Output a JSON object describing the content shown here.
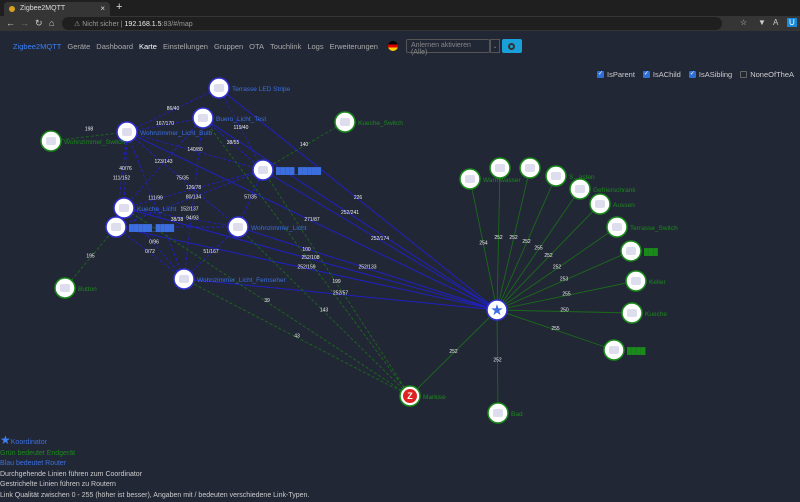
{
  "browser": {
    "tab_title": "Zigbee2MQTT",
    "security": "Nicht sicher",
    "url_host": "192.168.1.5",
    "url_rest": ":83/#/map"
  },
  "nav": {
    "brand": "Zigbee2MQTT",
    "items": [
      "Geräte",
      "Dashboard",
      "Karte",
      "Einstellungen",
      "Gruppen",
      "OTA",
      "Touchlink",
      "Logs",
      "Erweiterungen"
    ],
    "active": "Karte",
    "permit_join": "Anlernen aktivieren (Alle)"
  },
  "filters": [
    {
      "label": "IsParent",
      "checked": true
    },
    {
      "label": "IsAChild",
      "checked": true
    },
    {
      "label": "IsASibling",
      "checked": true
    },
    {
      "label": "NoneOfTheA",
      "checked": false
    }
  ],
  "colors": {
    "router": "#3b6fe0",
    "enddevice": "#1a8a1a",
    "router_link": "#2020c0",
    "enddevice_link": "#1a6a1a"
  },
  "graph": {
    "nodes": [
      {
        "id": "coord",
        "label": "",
        "type": "Coordinator"
      },
      {
        "id": "terrasse_led",
        "label": "Terrasse LED Stripe",
        "type": "Router"
      },
      {
        "id": "buero",
        "label": "Buero_Licht_Test",
        "type": "Router"
      },
      {
        "id": "wz_bulb",
        "label": "Wohnzimmer_Licht_Bulb",
        "type": "Router"
      },
      {
        "id": "wz_switch",
        "label": "Wohnzimmer_Switch",
        "type": "EndDevice"
      },
      {
        "id": "kueche_switch",
        "label": "Kueche_Switch",
        "type": "EndDevice"
      },
      {
        "id": "r_blur1",
        "label": "████_█████",
        "type": "Router"
      },
      {
        "id": "kueche_licht",
        "label": "Kueche_Licht",
        "type": "Router"
      },
      {
        "id": "r_blur2",
        "label": "█████_████",
        "type": "Router"
      },
      {
        "id": "wz_licht",
        "label": "Wohnzimmer_Licht",
        "type": "Router"
      },
      {
        "id": "wz_tv",
        "label": "Wohnzimmer_Licht_Fernseher",
        "type": "Router"
      },
      {
        "id": "button",
        "label": "Button",
        "type": "EndDevice"
      },
      {
        "id": "markise",
        "label": "Markise",
        "type": "EndDevice"
      },
      {
        "id": "bad",
        "label": "Bad",
        "type": "EndDevice"
      },
      {
        "id": "warmwasser",
        "label": "Warmwasser",
        "type": "EndDevice"
      },
      {
        "id": "e_b1",
        "label": "",
        "type": "EndDevice"
      },
      {
        "id": "e_b2",
        "label": "",
        "type": "EndDevice"
      },
      {
        "id": "e_kasten",
        "label": "S...asten",
        "type": "EndDevice"
      },
      {
        "id": "gefrier",
        "label": "Gefrierschrank",
        "type": "EndDevice"
      },
      {
        "id": "aussen",
        "label": "Aussen",
        "type": "EndDevice"
      },
      {
        "id": "terrasse_sw",
        "label": "Terrasse_Switch",
        "type": "EndDevice"
      },
      {
        "id": "e_b3",
        "label": "███",
        "type": "EndDevice"
      },
      {
        "id": "keller",
        "label": "Keller",
        "type": "EndDevice"
      },
      {
        "id": "kueche",
        "label": "Kueche",
        "type": "EndDevice"
      },
      {
        "id": "e_b4",
        "label": "████",
        "type": "EndDevice"
      }
    ],
    "links": [
      {
        "s": "warmwasser",
        "t": "coord",
        "q": "254",
        "k": "e"
      },
      {
        "s": "e_b1",
        "t": "coord",
        "q": "252",
        "k": "e"
      },
      {
        "s": "e_b2",
        "t": "coord",
        "q": "252",
        "k": "e"
      },
      {
        "s": "e_kasten",
        "t": "coord",
        "q": "252",
        "k": "e"
      },
      {
        "s": "gefrier",
        "t": "coord",
        "q": "255",
        "k": "e"
      },
      {
        "s": "aussen",
        "t": "coord",
        "q": "252",
        "k": "e"
      },
      {
        "s": "terrasse_sw",
        "t": "coord",
        "q": "252",
        "k": "e"
      },
      {
        "s": "e_b3",
        "t": "coord",
        "q": "253",
        "k": "e"
      },
      {
        "s": "keller",
        "t": "coord",
        "q": "255",
        "k": "e"
      },
      {
        "s": "kueche",
        "t": "coord",
        "q": "250",
        "k": "e"
      },
      {
        "s": "e_b4",
        "t": "coord",
        "q": "255",
        "k": "e"
      },
      {
        "s": "markise",
        "t": "coord",
        "q": "252",
        "k": "e"
      },
      {
        "s": "bad",
        "t": "coord",
        "q": "252",
        "k": "e"
      },
      {
        "s": "terrasse_led",
        "t": "coord",
        "q": "226",
        "k": "r"
      },
      {
        "s": "buero",
        "t": "coord",
        "q": "252/241",
        "k": "r"
      },
      {
        "s": "wz_bulb",
        "t": "coord",
        "q": "271/87",
        "k": "r"
      },
      {
        "s": "r_blur1",
        "t": "coord",
        "q": "252/174",
        "k": "r"
      },
      {
        "s": "kueche_licht",
        "t": "coord",
        "q": "252/108",
        "k": "r"
      },
      {
        "s": "r_blur2",
        "t": "coord",
        "q": "252/159",
        "k": "r"
      },
      {
        "s": "wz_licht",
        "t": "coord",
        "q": "252/133",
        "k": "r"
      },
      {
        "s": "wz_tv",
        "t": "coord",
        "q": "252/57",
        "k": "r"
      },
      {
        "s": "wz_bulb",
        "t": "terrasse_led",
        "q": "86/40",
        "k": "d"
      },
      {
        "s": "wz_bulb",
        "t": "buero",
        "q": "167/170",
        "k": "d"
      },
      {
        "s": "terrasse_led",
        "t": "r_blur1",
        "q": "119/40",
        "k": "d"
      },
      {
        "s": "buero",
        "t": "r_blur1",
        "q": "38/55",
        "k": "d"
      },
      {
        "s": "wz_bulb",
        "t": "r_blur1",
        "q": "140/80",
        "k": "d"
      },
      {
        "s": "buero",
        "t": "kueche_licht",
        "q": "123/143",
        "k": "d"
      },
      {
        "s": "wz_bulb",
        "t": "r_blur2",
        "q": "111/152",
        "k": "d"
      },
      {
        "s": "wz_bulb",
        "t": "kueche_licht",
        "q": "40/76",
        "k": "d"
      },
      {
        "s": "wz_bulb",
        "t": "wz_licht",
        "q": "75/35",
        "k": "d"
      },
      {
        "s": "wz_bulb",
        "t": "wz_tv",
        "q": "111/99",
        "k": "d"
      },
      {
        "s": "buero",
        "t": "wz_tv",
        "q": "80/134",
        "k": "d"
      },
      {
        "s": "r_blur1",
        "t": "kueche_licht",
        "q": "126/78",
        "k": "d"
      },
      {
        "s": "r_blur1",
        "t": "r_blur2",
        "q": "152/137",
        "k": "d"
      },
      {
        "s": "r_blur1",
        "t": "wz_licht",
        "q": "57/35",
        "k": "d"
      },
      {
        "s": "kueche_licht",
        "t": "wz_licht",
        "q": "94/93",
        "k": "d"
      },
      {
        "s": "r_blur2",
        "t": "wz_licht",
        "q": "38/38",
        "k": "d"
      },
      {
        "s": "kueche_licht",
        "t": "wz_tv",
        "q": "0/96",
        "k": "d"
      },
      {
        "s": "r_blur2",
        "t": "wz_tv",
        "q": "0/72",
        "k": "d"
      },
      {
        "s": "wz_licht",
        "t": "wz_tv",
        "q": "51/167",
        "k": "d"
      },
      {
        "s": "wz_switch",
        "t": "wz_bulb",
        "q": "198",
        "k": "g"
      },
      {
        "s": "button",
        "t": "r_blur2",
        "q": "195",
        "k": "g"
      },
      {
        "s": "kueche_switch",
        "t": "r_blur1",
        "q": "140",
        "k": "g"
      },
      {
        "s": "markise",
        "t": "wz_tv",
        "q": "43",
        "k": "g"
      },
      {
        "s": "markise",
        "t": "wz_licht",
        "q": "143",
        "k": "g"
      },
      {
        "s": "markise",
        "t": "kueche_licht",
        "q": "39",
        "k": "g"
      },
      {
        "s": "markise",
        "t": "r_blur1",
        "q": "199",
        "k": "g"
      },
      {
        "s": "markise",
        "t": "buero",
        "q": "100",
        "k": "g"
      }
    ]
  },
  "legend": {
    "coordinator": "Koordinator",
    "green": "Grün bedeutet Endgerät",
    "blue": "Blau bedeutet Router",
    "solid": "Durchgehende Linien führen zum Coordinator",
    "dashed": "Gestrichelte Linien führen zu Routern",
    "quality": "Link Qualität zwischen 0 - 255 (höher ist besser), Angaben mit / bedeuten verschiedene Link-Typen."
  }
}
